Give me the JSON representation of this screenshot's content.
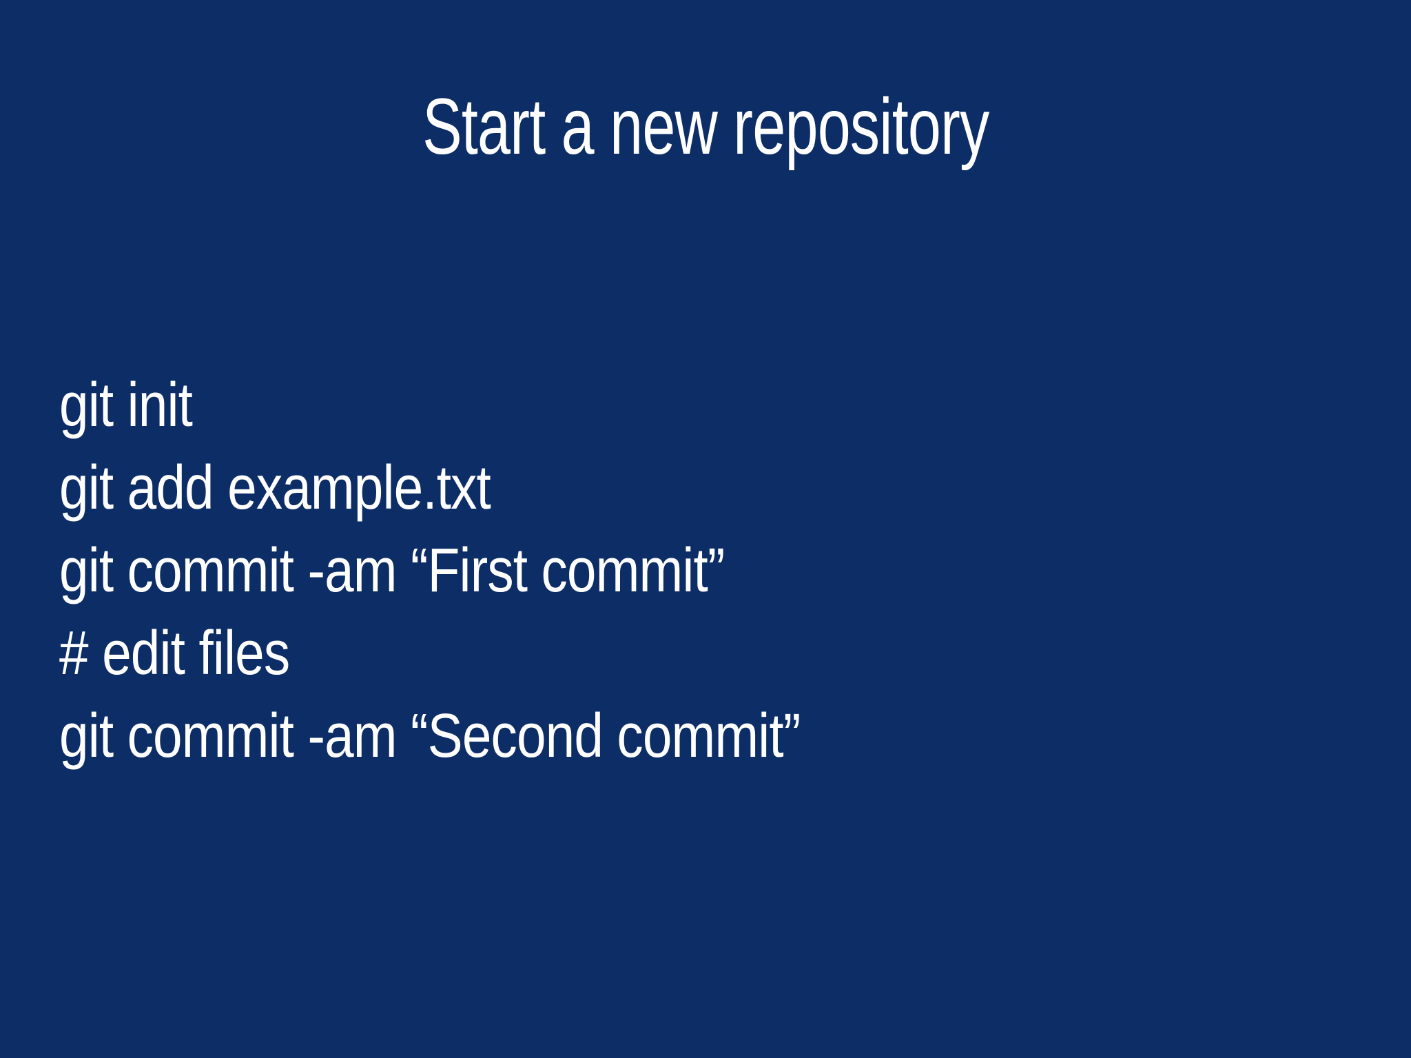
{
  "slide": {
    "title": "Start a new repository",
    "code_lines": [
      "git init",
      "git add example.txt",
      "git commit -am “First commit”",
      "# edit files",
      "git commit -am “Second commit”"
    ],
    "colors": {
      "background": "#0d2d66",
      "text": "#ffffff"
    }
  }
}
